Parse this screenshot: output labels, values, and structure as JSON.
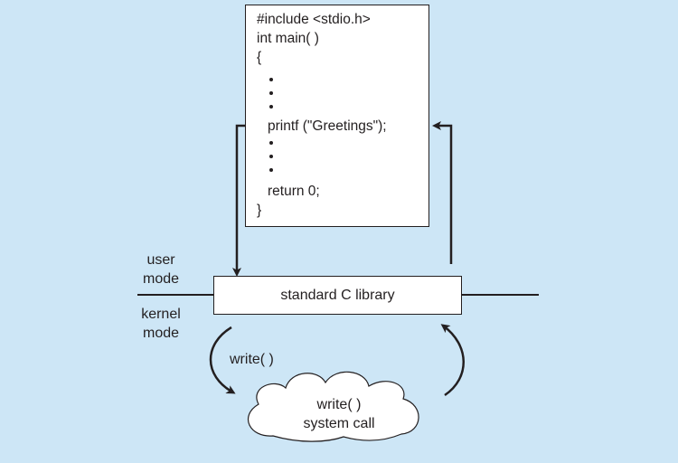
{
  "code": {
    "include": "#include <stdio.h>",
    "main_decl": "int main( )",
    "open_brace": "{",
    "printf_call": "printf (\"Greetings\");",
    "return_stmt": "return 0;",
    "close_brace": "}"
  },
  "library": {
    "label": "standard C library"
  },
  "modes": {
    "user_line1": "user",
    "user_line2": "mode",
    "kernel_line1": "kernel",
    "kernel_line2": "mode"
  },
  "syscall": {
    "arrow_label": "write( )",
    "cloud_line1": "write( )",
    "cloud_line2": "system call"
  }
}
